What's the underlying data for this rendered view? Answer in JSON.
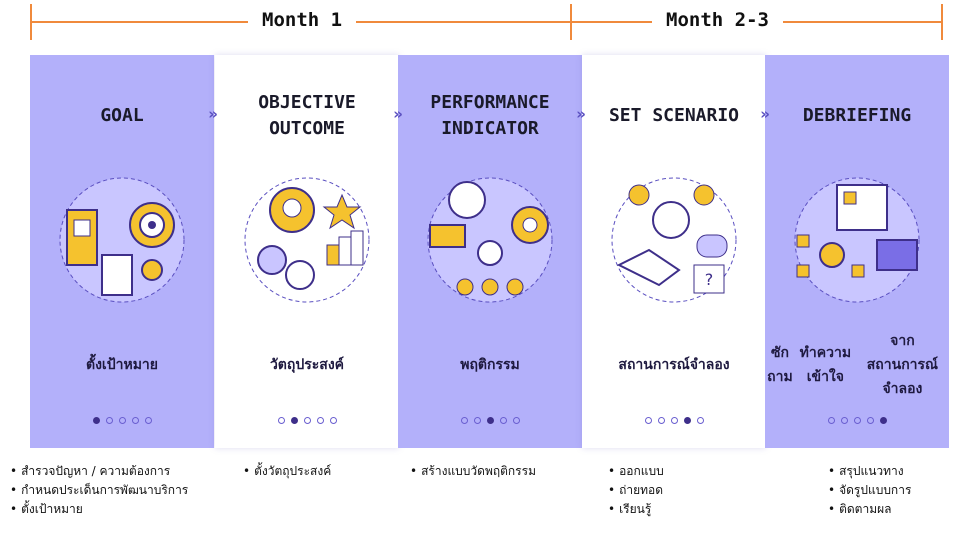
{
  "timeline": {
    "month1": "Month 1",
    "month2_3": "Month 2-3",
    "color": "#f08a3c"
  },
  "colors": {
    "card_purple": "#b3b0fa",
    "accent_dark": "#3e2f8a",
    "accent_yellow": "#f5c22e"
  },
  "arrow_glyph": "»",
  "steps": [
    {
      "title": "GOAL",
      "label": "ตั้งเป้าหมาย",
      "icon": "goal-target-icon",
      "active_dot": 0,
      "bullets": [
        "สำรวจปัญหา / ความต้องการ",
        "กำหนดประเด็นการพัฒนาบริการ",
        "ตั้งเป้าหมาย"
      ]
    },
    {
      "title": "OBJECTIVE OUTCOME",
      "label": "วัตถุประสงค์",
      "icon": "objective-podium-icon",
      "active_dot": 1,
      "bullets": [
        "ตั้งวัตถุประสงค์"
      ]
    },
    {
      "title": "PERFORMANCE INDICATOR",
      "label": "พฤติกรรม",
      "icon": "performance-gear-icon",
      "active_dot": 2,
      "bullets": [
        "สร้างแบบวัดพฤติกรรม"
      ]
    },
    {
      "title": "SET SCENARIO",
      "label": "สถานการณ์จำลอง",
      "icon": "scenario-handshake-icon",
      "active_dot": 3,
      "bullets": [
        "ออกแบบ",
        "ถ่ายทอด",
        "เรียนรู้"
      ]
    },
    {
      "title": "DEBRIEFING",
      "label": "ซักถาม ทำความเข้าใจ จากสถานการณ์จำลอง",
      "label_lines": [
        "ซักถาม",
        "ทำความเข้าใจ",
        "จากสถานการณ์จำลอง"
      ],
      "icon": "debriefing-cv-icon",
      "active_dot": 4,
      "bullets": [
        "สรุปแนวทาง",
        "จัดรูปแบบการ",
        "ติดตามผล"
      ]
    }
  ]
}
